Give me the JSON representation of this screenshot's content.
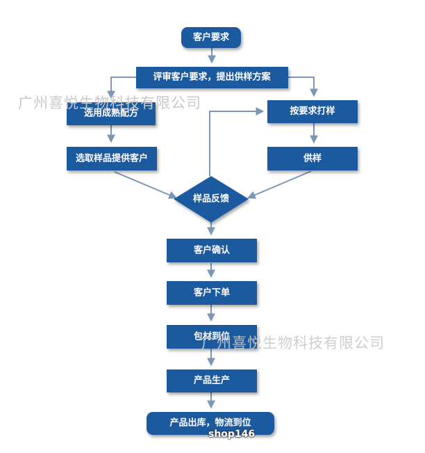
{
  "nodes": {
    "customer_request": "客户要求",
    "review_request": "评审客户要求，提出供样方案",
    "select_formula": "选用成熟配方",
    "sample_by_request": "按要求打样",
    "select_sample_to_customer": "选取样品提供客户",
    "supply_sample": "供样",
    "sample_feedback": "样品反馈",
    "customer_confirm": "客户确认",
    "customer_order": "客户下单",
    "packaging_ready": "包材到位",
    "product_production": "产品生产",
    "ship_out": "产品出库，物流到位"
  },
  "watermarks": {
    "top": "广州喜悦生物科技有限公司",
    "middle": "广州喜悦生物科技有限公司",
    "shop": "shop146"
  },
  "colors": {
    "node_fill": "#1f5aa0",
    "connector": "#7d96b5",
    "node_text": "#ffffff"
  }
}
